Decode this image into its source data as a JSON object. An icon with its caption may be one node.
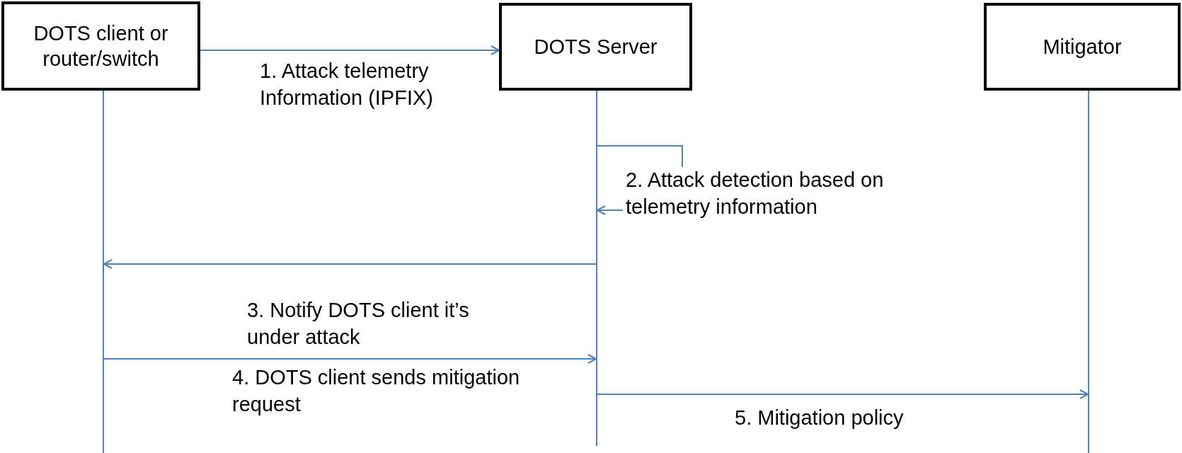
{
  "diagram": {
    "nodes": [
      {
        "text": [
          "DOTS client or router/switch"
        ]
      },
      {
        "text": [
          "DOTS Server"
        ]
      },
      {
        "text": [
          "Mitigator"
        ]
      },
      {
        "text": [],
        "shape": "bar"
      },
      {
        "text": [],
        "shape": "bar"
      },
      {
        "text": [],
        "shape": "bar"
      }
    ],
    "edges": [
      {
        "from": 0,
        "to": 1,
        "arrow": "to",
        "label": "1. Attack telemetry Information (IPFIX)"
      },
      {
        "from": 4,
        "to": 4,
        "arrow": "to",
        "label": "2. Attack detection based on telemetry information"
      },
      {
        "from": 4,
        "to": 3,
        "arrow": "to",
        "label": "3. Notify DOTS client it’s under attack"
      },
      {
        "from": 3,
        "to": 4,
        "arrow": "to",
        "label": "4. DOTS client sends mitigation request"
      },
      {
        "from": 4,
        "to": 5,
        "arrow": "to",
        "label": "5. Mitigation policy"
      }
    ]
  }
}
